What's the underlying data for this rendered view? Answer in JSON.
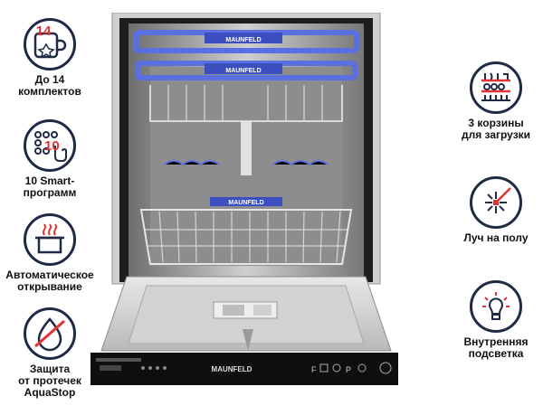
{
  "features_left": [
    {
      "id": "sets",
      "lines": [
        "До 14",
        "комплектов"
      ],
      "badge": "14",
      "icon": "dishes-capacity-icon"
    },
    {
      "id": "programs",
      "lines": [
        "10 Smart-",
        "программ"
      ],
      "badge": "10",
      "icon": "touch-programs-icon"
    },
    {
      "id": "autoopen",
      "lines": [
        "Автоматическое",
        "открывание"
      ],
      "icon": "auto-open-door-icon"
    },
    {
      "id": "aquastop",
      "lines": [
        "Защита",
        "от протечек",
        "AquaStop"
      ],
      "icon": "water-drop-crossed-icon"
    }
  ],
  "features_right": [
    {
      "id": "baskets",
      "lines": [
        "3 корзины",
        "для загрузки"
      ],
      "icon": "three-baskets-icon"
    },
    {
      "id": "beam",
      "lines": [
        "Луч на полу"
      ],
      "icon": "floor-beam-icon"
    },
    {
      "id": "light",
      "lines": [
        "Внутренняя",
        "подсветка"
      ],
      "icon": "light-bulb-icon"
    }
  ],
  "washer": {
    "brand_top": "MAUNFELD",
    "brand_mid": "MAUNFELD",
    "brand_low": "MAUNFELD",
    "brand_panel": "MAUNFELD",
    "panel_buttons": [
      "F",
      "P"
    ]
  },
  "colors": {
    "accent_red": "#e63232",
    "icon_navy": "#1f2a44",
    "basket_blue": "#5a6fe0"
  }
}
